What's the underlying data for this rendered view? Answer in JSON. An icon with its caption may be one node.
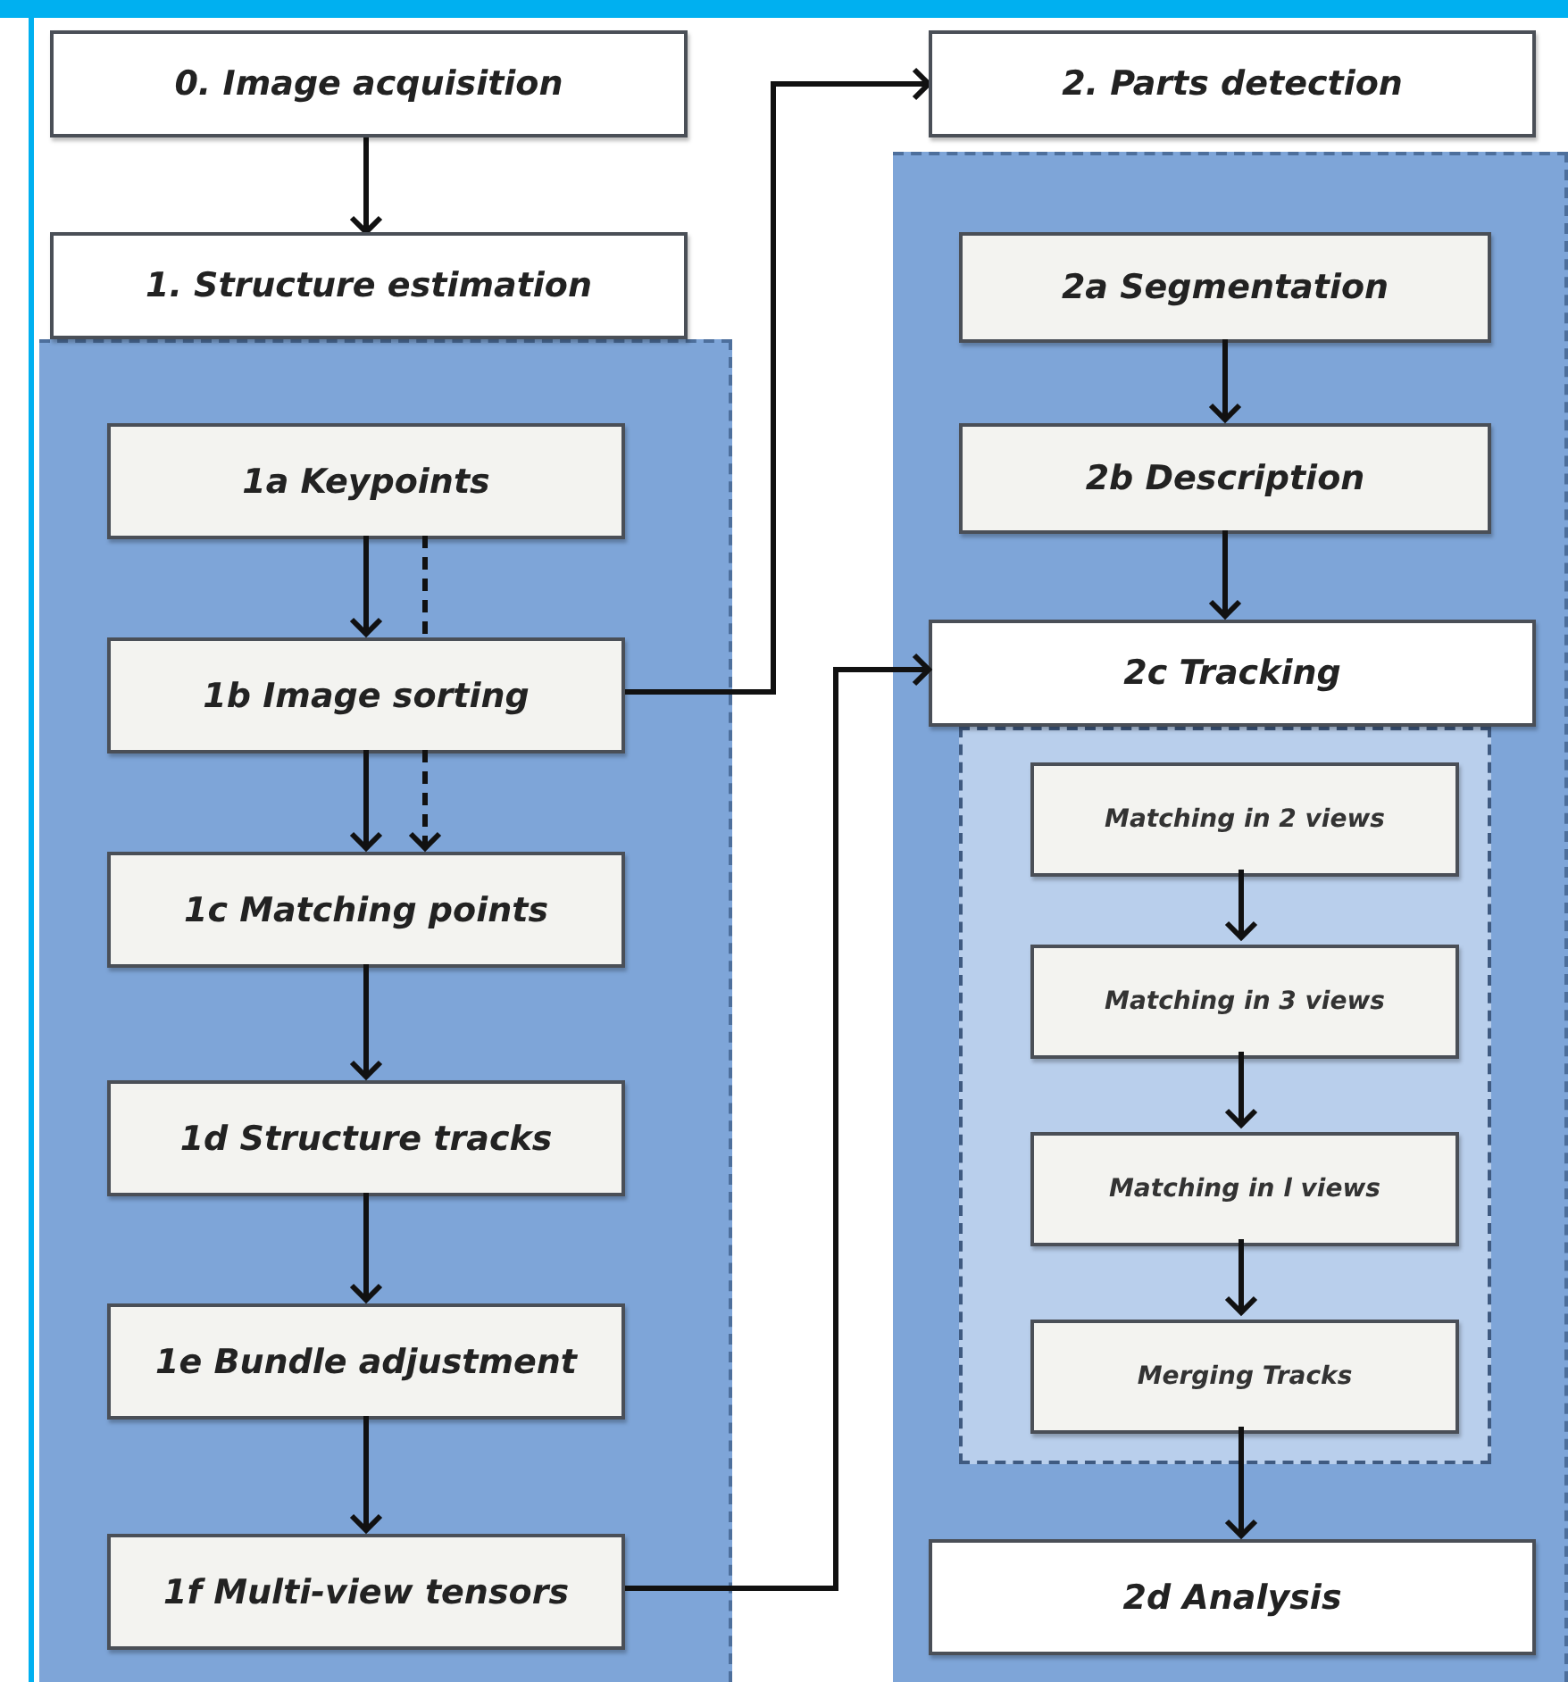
{
  "diagram": {
    "nodes": [
      {
        "text": [
          "0. Image acquisition"
        ]
      },
      {
        "text": [
          "1. Structure estimation"
        ]
      },
      {
        "text": [],
        "shape": "box"
      },
      {
        "text": [
          "1a Keypoints"
        ],
        "in": 2
      },
      {
        "text": [
          "1b Image sorting"
        ],
        "in": 2
      },
      {
        "text": [
          "1c Matching points"
        ],
        "in": 2
      },
      {
        "text": [
          "1d Structure tracks"
        ],
        "in": 2
      },
      {
        "text": [
          "1e Bundle adjustment"
        ],
        "in": 2
      },
      {
        "text": [
          "1f Multi-view tensors"
        ],
        "in": 2
      },
      {
        "text": [
          "2. Parts detection"
        ]
      },
      {
        "text": [],
        "shape": "box"
      },
      {
        "text": [
          "2a Segmentation"
        ],
        "in": 10
      },
      {
        "text": [
          "2b Description"
        ],
        "in": 10
      },
      {
        "text": [
          "2c Tracking"
        ],
        "in": 10
      },
      {
        "text": [],
        "shape": "box",
        "in": 10
      },
      {
        "text": [
          "Matching in 2 views"
        ],
        "in": 14
      },
      {
        "text": [
          "Matching in 3 views"
        ],
        "in": 14
      },
      {
        "text": [
          "Matching in l views"
        ],
        "in": 14
      },
      {
        "text": [
          "Merging Tracks"
        ],
        "in": 14
      },
      {
        "text": [
          "2d Analysis"
        ],
        "in": 10
      }
    ],
    "edges": [
      {
        "from": 0,
        "to": 1,
        "arrow": "to"
      },
      {
        "from": 3,
        "to": 4,
        "arrow": "to"
      },
      {
        "from": 3,
        "to": 4,
        "arrow": "none",
        "style": "dashed"
      },
      {
        "from": 4,
        "to": 5,
        "arrow": "to"
      },
      {
        "from": 4,
        "to": 5,
        "arrow": "to",
        "style": "dashed"
      },
      {
        "from": 5,
        "to": 6,
        "arrow": "to"
      },
      {
        "from": 6,
        "to": 7,
        "arrow": "to"
      },
      {
        "from": 7,
        "to": 8,
        "arrow": "to"
      },
      {
        "from": 4,
        "to": 9,
        "arrow": "to"
      },
      {
        "from": 8,
        "to": 13,
        "arrow": "to"
      },
      {
        "from": 11,
        "to": 12,
        "arrow": "to"
      },
      {
        "from": 12,
        "to": 13,
        "arrow": "to"
      },
      {
        "from": 15,
        "to": 16,
        "arrow": "to"
      },
      {
        "from": 16,
        "to": 17,
        "arrow": "to"
      },
      {
        "from": 17,
        "to": 18,
        "arrow": "to"
      },
      {
        "from": 18,
        "to": 19,
        "arrow": "to"
      }
    ]
  }
}
